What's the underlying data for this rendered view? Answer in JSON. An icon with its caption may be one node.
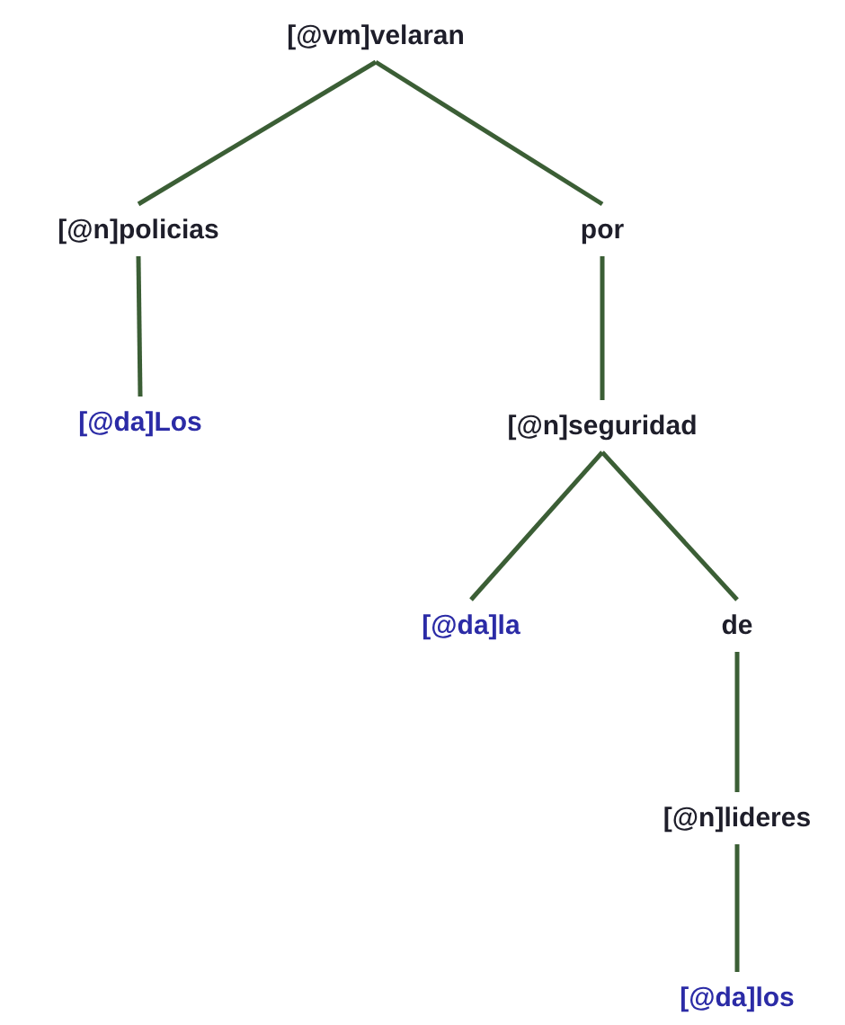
{
  "diagram": {
    "nodes": [
      {
        "text": [
          "[@vm]velaran"
        ]
      },
      {
        "text": [
          "[@n]policias"
        ]
      },
      {
        "text": [
          "por"
        ]
      },
      {
        "text": [
          "[@da]Los"
        ]
      },
      {
        "text": [
          "[@n]seguridad"
        ]
      },
      {
        "text": [
          "[@da]la"
        ]
      },
      {
        "text": [
          "de"
        ]
      },
      {
        "text": [
          "[@n]lideres"
        ]
      },
      {
        "text": [
          "[@da]los"
        ]
      }
    ],
    "edges": [
      {
        "from": 0,
        "to": 1,
        "arrow": "none"
      },
      {
        "from": 0,
        "to": 2,
        "arrow": "none"
      },
      {
        "from": 1,
        "to": 3,
        "arrow": "none"
      },
      {
        "from": 2,
        "to": 4,
        "arrow": "none"
      },
      {
        "from": 4,
        "to": 5,
        "arrow": "none"
      },
      {
        "from": 4,
        "to": 6,
        "arrow": "none"
      },
      {
        "from": 6,
        "to": 7,
        "arrow": "none"
      },
      {
        "from": 7,
        "to": 8,
        "arrow": "none"
      }
    ]
  }
}
